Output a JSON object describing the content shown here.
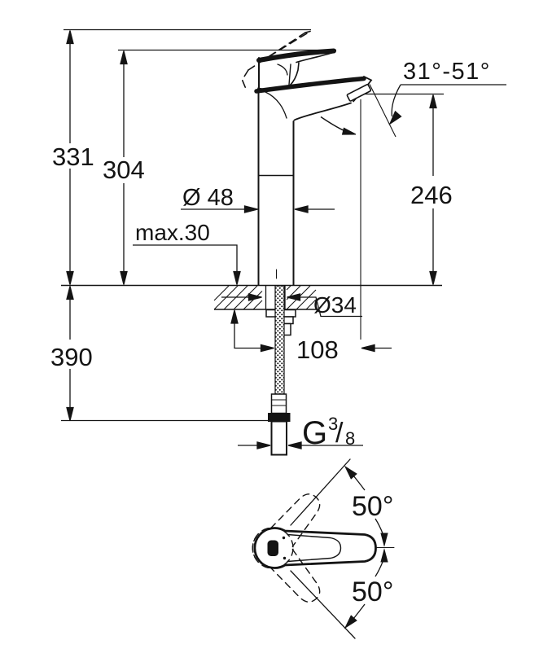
{
  "diagram": {
    "type": "technical-installation-drawing",
    "subject": "single-lever basin mixer tap with raised body, front elevation with mounting section and lever top view",
    "units": "mm",
    "colors": {
      "line": "#141414",
      "background": "#ffffff"
    },
    "dimensions": {
      "overall_height": "331",
      "height_to_lever": "304",
      "spout_outlet_height": "246",
      "body_diameter": "Ø 48",
      "deck_thickness_max": "max.30",
      "hole_diameter": "Ø34",
      "spout_projection": "108",
      "below_deck_length": "390",
      "spout_angle_range": "31°-51°",
      "lever_swivel_upper": "50°",
      "lever_swivel_lower": "50°",
      "thread": {
        "letter": "G",
        "numerator": "3",
        "slash": "/",
        "denominator": "8"
      }
    }
  }
}
